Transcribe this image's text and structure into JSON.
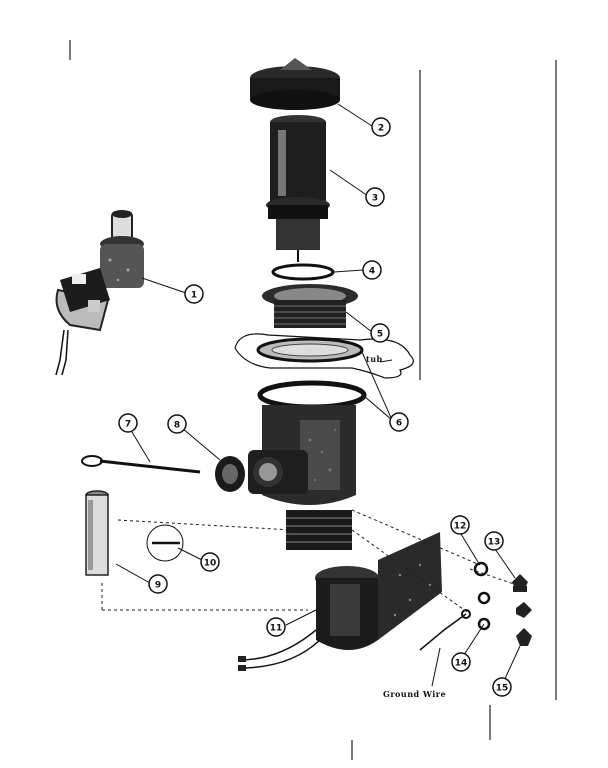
{
  "diagram": {
    "callouts": [
      "1",
      "2",
      "3",
      "4",
      "5",
      "6",
      "7",
      "8",
      "9",
      "10",
      "11",
      "12",
      "13",
      "14",
      "15"
    ],
    "labels": {
      "tub": "tub",
      "ground_wire": "Ground Wire"
    }
  }
}
